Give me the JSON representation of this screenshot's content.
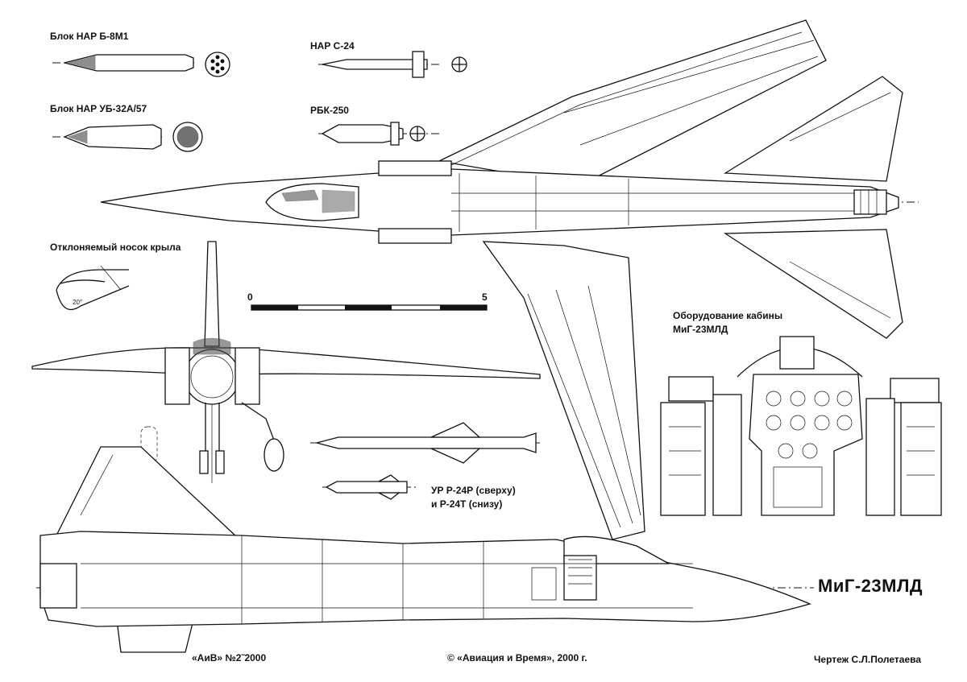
{
  "labels": {
    "rocket_pod_b8m1": "Блок НАР Б-8М1",
    "rocket_s24": "НАР С-24",
    "rocket_pod_ub32": "Блок НАР УБ-32А/57",
    "cluster_rbk250": "РБК-250",
    "wing_leading_edge": "Отклоняемый носок крыла",
    "cockpit_equipment_line1": "Оборудование кабины",
    "cockpit_equipment_line2": "МиГ-23МЛД",
    "missiles_line1": "УР Р-24Р (сверху)",
    "missiles_line2": "и Р-24Т (снизу)",
    "aircraft_name": "МиГ-23МЛД"
  },
  "scale_bar": {
    "start_label": "0",
    "end_label": "5"
  },
  "wing_detail": {
    "angle_label": "20°"
  },
  "footer": {
    "issue": "«АиВ» №2˜2000",
    "copyright": "© «Авиация и Время», 2000 г.",
    "drafter": "Чертеж С.Л.Полетаева"
  }
}
